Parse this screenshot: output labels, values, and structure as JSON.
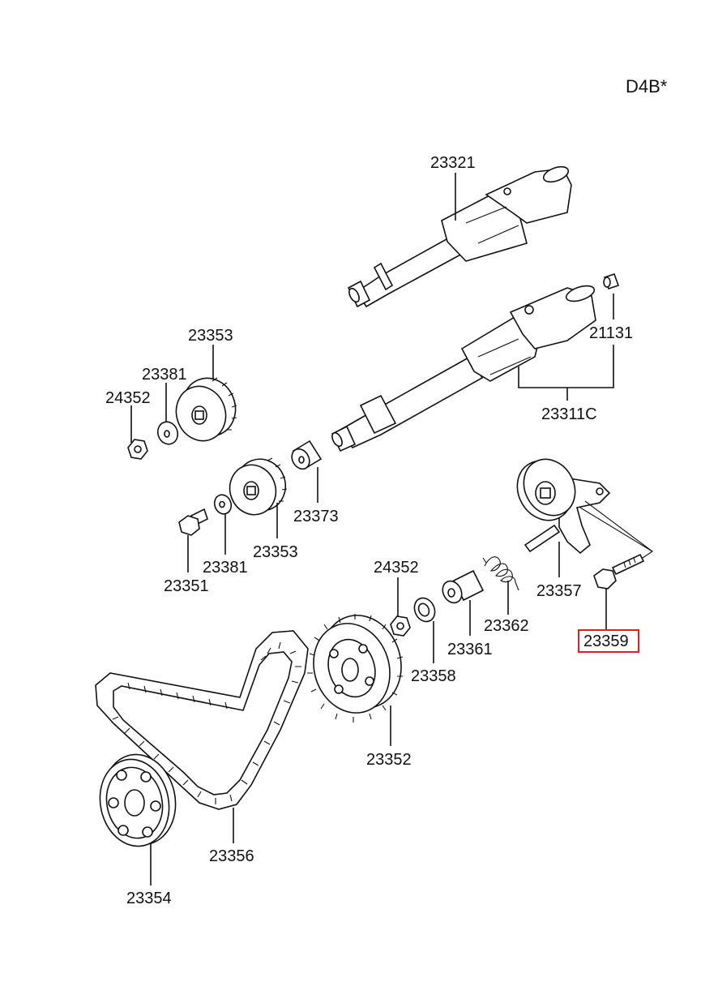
{
  "diagram": {
    "model": "D4B*",
    "highlight_color": "#e02020",
    "highlighted_part": "23359",
    "labels": [
      "23321",
      "21131",
      "23311C",
      "23353",
      "23381",
      "24352",
      "23373",
      "23353",
      "23381",
      "23351",
      "24352",
      "23357",
      "23362",
      "23361",
      "23358",
      "23359",
      "23352",
      "23356",
      "23354"
    ]
  }
}
